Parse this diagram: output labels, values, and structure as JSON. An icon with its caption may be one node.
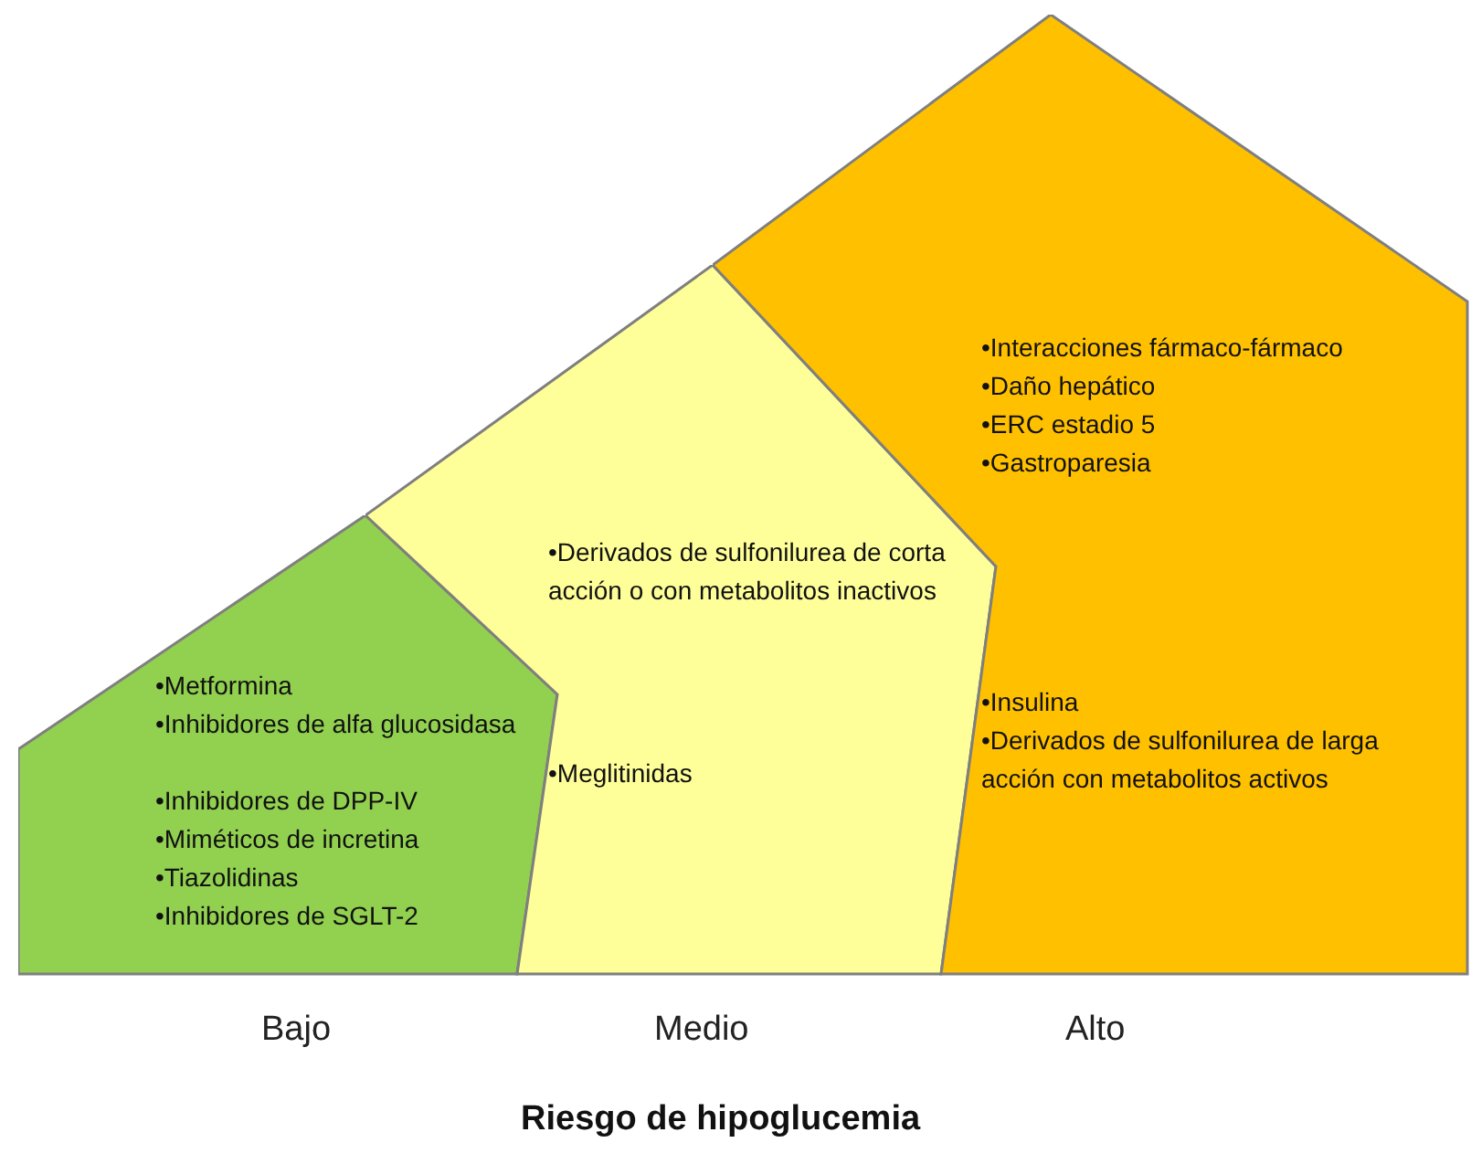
{
  "diagram": {
    "caption": "Riesgo de hipoglucemia",
    "nodes": [
      {
        "text": [
          "•Metformina",
          "•Inhibidores de alfa glucosidasa",
          "•Inhibidores de DPP-IV",
          "•Miméticos de incretina",
          "•Tiazolidinas",
          "•Inhibidores de SGLT-2"
        ]
      },
      {
        "text": [
          "•Derivados de sulfonilurea de corta acción o con metabolitos inactivos",
          "•Meglitinidas"
        ]
      },
      {
        "text": [
          "•Interacciones fármaco-fármaco",
          "•Daño hepático",
          "•ERC estadio 5",
          "•Gastroparesia",
          "•Insulina",
          "•Derivados de sulfonilurea de larga acción con metabolitos activos"
        ]
      }
    ],
    "edges": [],
    "labels": [
      "Bajo",
      "Medio",
      "Alto"
    ]
  }
}
